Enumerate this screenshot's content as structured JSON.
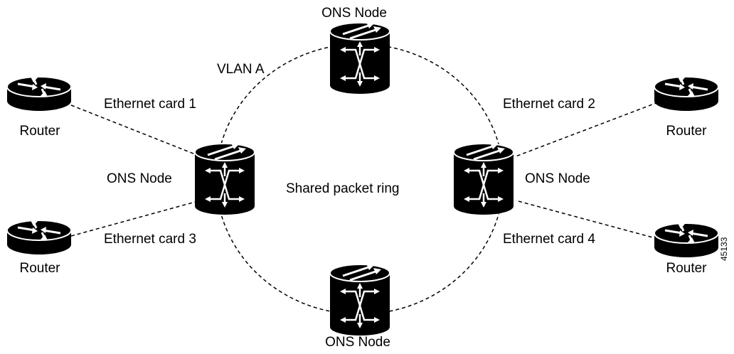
{
  "diagram": {
    "center_label": "Shared packet ring",
    "vlan_label": "VLAN A",
    "nodes": {
      "top": "ONS Node",
      "left": "ONS Node",
      "right": "ONS Node",
      "bottom": "ONS Node"
    },
    "routers": {
      "top_left": "Router",
      "bottom_left": "Router",
      "top_right": "Router",
      "bottom_right": "Router"
    },
    "cards": {
      "card1": "Ethernet card 1",
      "card2": "Ethernet card 2",
      "card3": "Ethernet card 3",
      "card4": "Ethernet card 4"
    },
    "figure_id": "45133"
  }
}
